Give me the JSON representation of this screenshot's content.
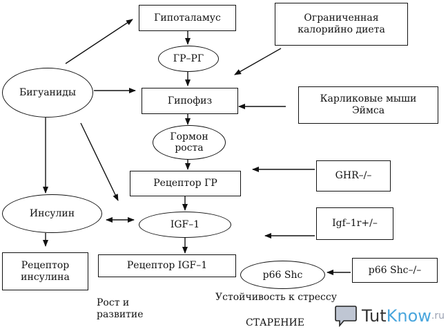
{
  "nodes": {
    "hypothalamus": "Гипоталамус",
    "calorie_diet": "Ограниченная\nкалорийно диета",
    "gh_rh": "ГР–РГ",
    "biguanides": "Бигуаниды",
    "pituitary": "Гипофиз",
    "dwarf_mice": "Карликовые мыши\nЭймса",
    "growth_hormone": "Гормон\nроста",
    "gh_receptor": "Рецептор ГР",
    "ghr_knockout": "GHR–/–",
    "insulin": "Инсулин",
    "igf1": "IGF–1",
    "igf1r_het": "Igf–1r+/–",
    "insulin_receptor": "Рецептор\nинсулина",
    "igf1_receptor": "Рецептор IGF–1",
    "p66shc": "р66 Shc",
    "p66shc_knockout": "р66 Shc–/–"
  },
  "labels": {
    "growth": "Рост и\nразвитие",
    "stress": "Устойчивость к стрессу",
    "aging": "СТАРЕНИЕ"
  },
  "watermark": {
    "brand_tut": "Tut",
    "brand_know": "Know",
    "domain": ".ru",
    "icon": "speech-bubble-icon",
    "color_tut": "#333333",
    "color_know": "#4aa6dd"
  }
}
